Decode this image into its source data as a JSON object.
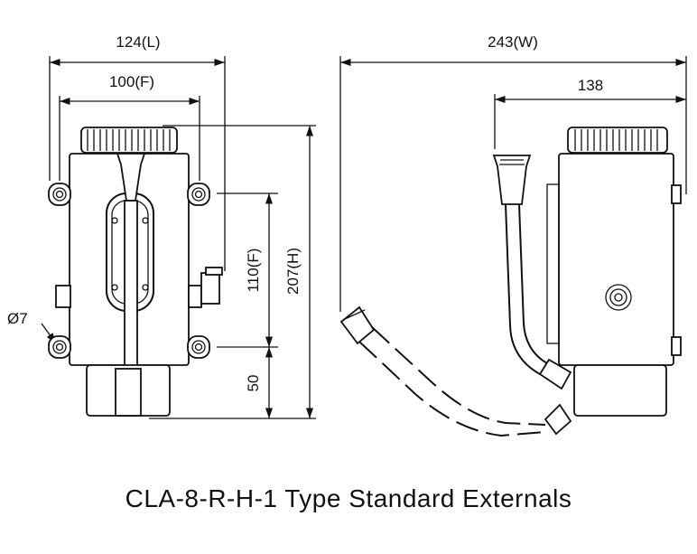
{
  "front_view": {
    "dim_length": "124(L)",
    "dim_fixing": "100(F)",
    "dim_hole_spacing": "110(F)",
    "dim_height": "207(H)",
    "dim_base": "50",
    "dim_hole_dia": "Ø7"
  },
  "side_view": {
    "dim_width": "243(W)",
    "dim_body": "138"
  },
  "caption": "CLA-8-R-H-1 Type Standard Externals"
}
